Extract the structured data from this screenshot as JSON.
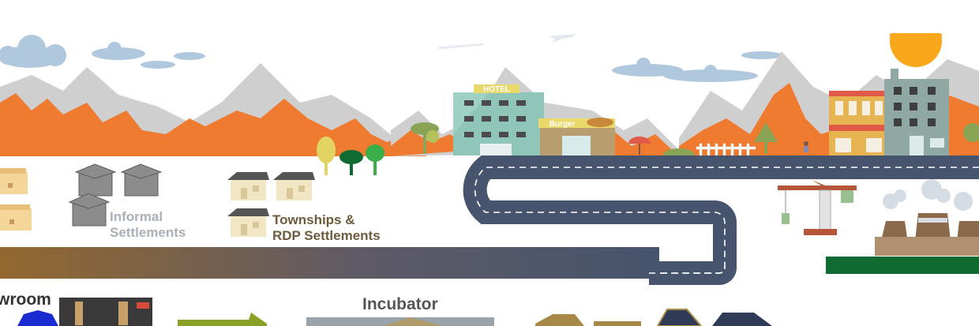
{
  "labels": {
    "informal": [
      "Informal",
      "Settlements"
    ],
    "townships": [
      "Townships &",
      "RDP Settlements"
    ],
    "incubator": "Incubator",
    "showroom_partial": "wroom"
  },
  "signs": {
    "hotel": "HOTEL",
    "burger": "Burger"
  },
  "colors": {
    "mountain_orange": "#ee7b30",
    "mountain_grey": "#c9c9c9",
    "road": "#46546d",
    "gradient_start": "#93682f",
    "gradient_end": "#46546d",
    "cloud": "#b0c8dd",
    "sun": "#f9a81b",
    "grass": "#106b32"
  }
}
